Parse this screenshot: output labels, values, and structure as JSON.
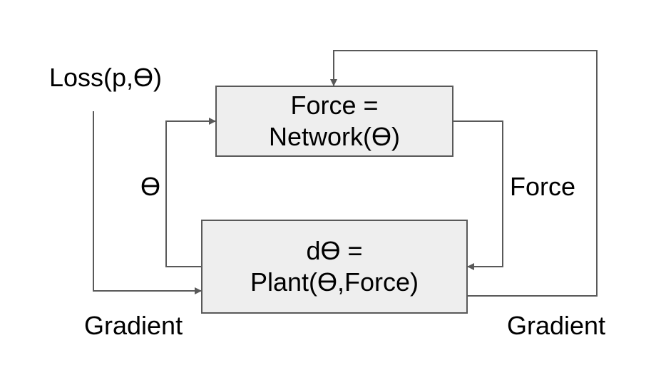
{
  "nodes": {
    "network": {
      "line1": "Force =",
      "line2": "Network(ϴ)"
    },
    "plant": {
      "line1": "dϴ =",
      "line2": "Plant(ϴ,Force)"
    }
  },
  "labels": {
    "loss": "Loss(p,ϴ)",
    "theta": "ϴ",
    "force": "Force",
    "gradient_left": "Gradient",
    "gradient_right": "Gradient"
  },
  "colors": {
    "box_fill": "#eeeeee",
    "box_stroke": "#595959",
    "edge": "#595959",
    "text": "#000000"
  }
}
